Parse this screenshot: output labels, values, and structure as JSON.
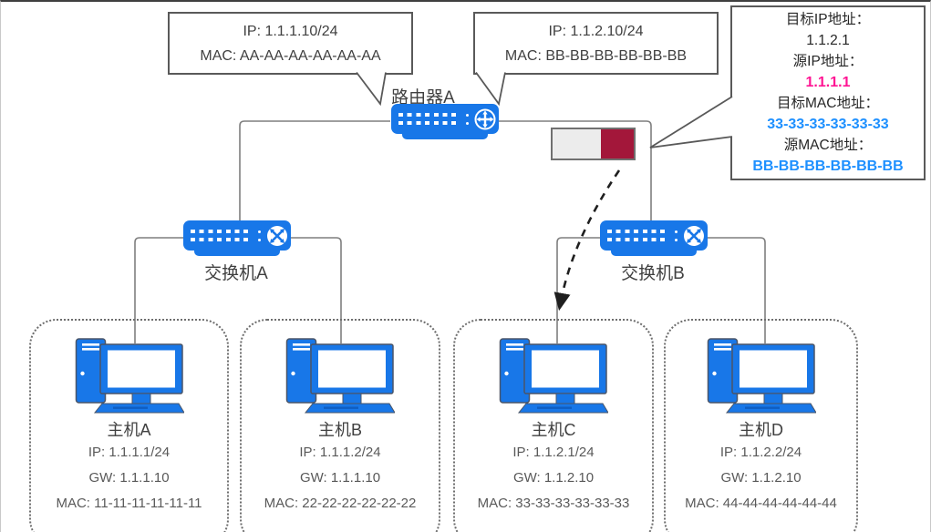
{
  "callouts": {
    "router_left": {
      "line1": "IP:  1.1.1.10/24",
      "line2": "MAC:  AA-AA-AA-AA-AA-AA"
    },
    "router_right": {
      "line1": "IP:  1.1.2.10/24",
      "line2": "MAC:  BB-BB-BB-BB-BB-BB"
    },
    "packet_info": {
      "rows": [
        {
          "text": "目标IP地址：",
          "color": "#262626"
        },
        {
          "text": "1.1.2.1",
          "color": "#262626"
        },
        {
          "text": "源IP地址：",
          "color": "#262626"
        },
        {
          "text": "1.1.1.1",
          "color": "#FF1493"
        },
        {
          "text": "目标MAC地址：",
          "color": "#262626"
        },
        {
          "text": "33-33-33-33-33-33",
          "color": "#1E90FF"
        },
        {
          "text": "源MAC地址：",
          "color": "#262626"
        },
        {
          "text": "BB-BB-BB-BB-BB-BB",
          "color": "#1E90FF"
        }
      ]
    }
  },
  "devices": {
    "router": {
      "label": "路由器A"
    },
    "switch_a": {
      "label": "交换机A"
    },
    "switch_b": {
      "label": "交换机B"
    }
  },
  "hosts": [
    {
      "name": "主机A",
      "ip": "IP:  1.1.1.1/24",
      "gw": "GW:  1.1.1.10",
      "mac": "MAC:  11-11-11-11-11-11"
    },
    {
      "name": "主机B",
      "ip": "IP:  1.1.1.2/24",
      "gw": "GW:  1.1.1.10",
      "mac": "MAC:  22-22-22-22-22-22"
    },
    {
      "name": "主机C",
      "ip": "IP:  1.1.2.1/24",
      "gw": "GW:  1.1.2.10",
      "mac": "MAC:  33-33-33-33-33-33"
    },
    {
      "name": "主机D",
      "ip": "IP:  1.1.2.2/24",
      "gw": "GW:  1.1.2.10",
      "mac": "MAC:  44-44-44-44-44-44"
    }
  ],
  "colors": {
    "device_blue": "#1877E8",
    "packet_red": "#A3173A",
    "packet_gray": "#ECECEC",
    "source_ip_pink": "#FF1493",
    "mac_blue": "#1E90FF",
    "link_gray": "#7F7F7F"
  }
}
